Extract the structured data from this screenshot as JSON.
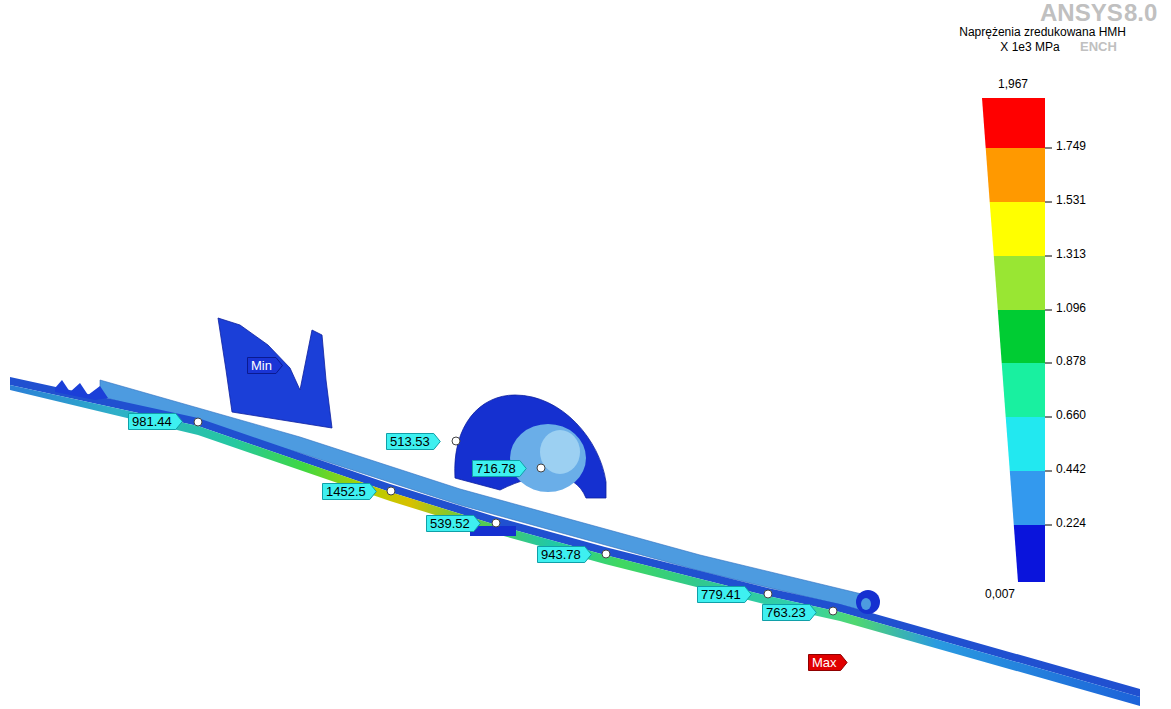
{
  "diagram": {
    "title": "Naprężenia zredukowana HMH",
    "nodes": [
      {
        "text": [
          "Min"
        ]
      },
      {
        "text": [
          "981.44"
        ]
      },
      {
        "text": [
          "513.53"
        ]
      },
      {
        "text": [
          "716.78"
        ]
      },
      {
        "text": [
          "1452.5"
        ]
      },
      {
        "text": [
          "539.52"
        ]
      },
      {
        "text": [
          "943.78"
        ]
      },
      {
        "text": [
          "779.41"
        ]
      },
      {
        "text": [
          "763.23"
        ]
      },
      {
        "text": [
          "Max"
        ]
      }
    ],
    "labels": [
      "ANSYS",
      "8.0",
      "ENCH",
      "X 1e3 MPa",
      "1,967",
      "1.749",
      "1.531",
      "1.313",
      "1.096",
      "0.878",
      "0.660",
      "0.442",
      "0.224",
      "0,007"
    ]
  }
}
